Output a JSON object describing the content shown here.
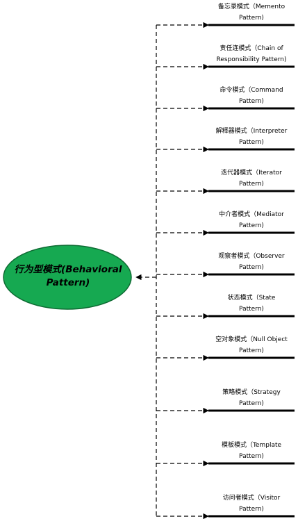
{
  "root": {
    "label_line1": "行为型模式(Behavioral",
    "label_line2": "Pattern)",
    "fill_color": "#16a951",
    "stroke_color": "#0e6b33"
  },
  "items": [
    {
      "line1": "备忘录模式（Memento",
      "line2": "Pattern)"
    },
    {
      "line1": "责任连模式（Chain of",
      "line2": "Responsibility Pattern)"
    },
    {
      "line1": "命令模式（Command",
      "line2": "Pattern)"
    },
    {
      "line1": "解释器模式（Interpreter",
      "line2": "Pattern)"
    },
    {
      "line1": "迭代器模式（Iterator",
      "line2": "Pattern)"
    },
    {
      "line1": "中介者模式（Mediator",
      "line2": "Pattern)"
    },
    {
      "line1": "观察者模式（Observer",
      "line2": "Pattern)"
    },
    {
      "line1": "状态模式（State",
      "line2": "Pattern)"
    },
    {
      "line1": "空对象模式（Null Object",
      "line2": "Pattern)"
    },
    {
      "line1": "策略模式（Strategy",
      "line2": "Pattern)"
    },
    {
      "line1": "模板模式（Template",
      "line2": "Pattern)"
    },
    {
      "line1": "访问者模式（Visitor",
      "line2": "Pattern)"
    }
  ]
}
